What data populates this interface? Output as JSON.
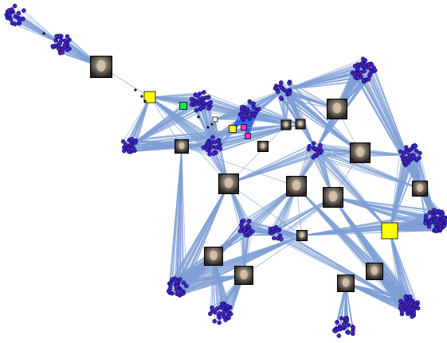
{
  "graph": {
    "edge_color": "#7f9fd6",
    "member_color": "#2222cc",
    "member_dot_color": "#cc1155",
    "highlight_edge_color": "#3366ee",
    "nodes": [
      {
        "id": "c1",
        "kind": "cluster",
        "count": 26
      },
      {
        "id": "c2",
        "kind": "cluster",
        "count": 30
      },
      {
        "id": "c3",
        "kind": "cluster",
        "count": 34
      },
      {
        "id": "c4",
        "kind": "cluster",
        "count": 26
      },
      {
        "id": "c5",
        "kind": "cluster",
        "count": 22
      },
      {
        "id": "c6",
        "kind": "cluster",
        "count": 30
      },
      {
        "id": "c7",
        "kind": "cluster",
        "count": 22
      },
      {
        "id": "c8",
        "kind": "cluster",
        "count": 40
      },
      {
        "id": "c9",
        "kind": "cluster",
        "count": 16
      },
      {
        "id": "c10",
        "kind": "cluster",
        "count": 34
      },
      {
        "id": "c11",
        "kind": "cluster",
        "count": 30
      },
      {
        "id": "c12",
        "kind": "cluster",
        "count": 22
      },
      {
        "id": "c13",
        "kind": "cluster",
        "count": 14
      },
      {
        "id": "c14",
        "kind": "cluster",
        "count": 24
      },
      {
        "id": "c15",
        "kind": "cluster",
        "count": 34
      },
      {
        "id": "c16",
        "kind": "cluster",
        "count": 34
      },
      {
        "id": "c17",
        "kind": "cluster",
        "count": 32
      },
      {
        "id": "c18",
        "kind": "cluster",
        "count": 38
      },
      {
        "id": "c19",
        "kind": "cluster",
        "count": 28
      },
      {
        "id": "p1",
        "kind": "photo"
      },
      {
        "id": "p2",
        "kind": "photo"
      },
      {
        "id": "p3",
        "kind": "photo"
      },
      {
        "id": "p4",
        "kind": "photo"
      },
      {
        "id": "p5",
        "kind": "photo"
      },
      {
        "id": "p6",
        "kind": "photo"
      },
      {
        "id": "p7",
        "kind": "photo"
      },
      {
        "id": "p8",
        "kind": "photo"
      },
      {
        "id": "p9",
        "kind": "photo"
      },
      {
        "id": "p10",
        "kind": "photo"
      },
      {
        "id": "p11",
        "kind": "photo"
      },
      {
        "id": "p12",
        "kind": "photo"
      },
      {
        "id": "p13",
        "kind": "photo"
      },
      {
        "id": "p14",
        "kind": "photo"
      },
      {
        "id": "p15",
        "kind": "photo"
      },
      {
        "id": "p16",
        "kind": "photo"
      },
      {
        "id": "p17",
        "kind": "photo"
      },
      {
        "id": "y1",
        "kind": "square",
        "color": "#ffff00"
      },
      {
        "id": "y2",
        "kind": "square",
        "color": "#ffff00"
      },
      {
        "id": "y3",
        "kind": "square",
        "color": "#ffff00"
      },
      {
        "id": "g1",
        "kind": "square",
        "color": "#22dd55"
      },
      {
        "id": "m1",
        "kind": "square",
        "color": "#ff33cc"
      },
      {
        "id": "m2",
        "kind": "square",
        "color": "#ff33cc"
      },
      {
        "id": "w1",
        "kind": "square",
        "color": "#ffffff"
      }
    ],
    "edges": [
      [
        "c1",
        "c2"
      ],
      [
        "c2",
        "p1"
      ],
      [
        "p1",
        "y1"
      ],
      [
        "y1",
        "c3"
      ],
      [
        "y1",
        "p2"
      ],
      [
        "y1",
        "c4"
      ],
      [
        "y1",
        "p5"
      ],
      [
        "y1",
        "c5"
      ],
      [
        "c3",
        "p3"
      ],
      [
        "c3",
        "c5"
      ],
      [
        "c3",
        "g1"
      ],
      [
        "c3",
        "c4"
      ],
      [
        "c4",
        "w1"
      ],
      [
        "c4",
        "p4"
      ],
      [
        "c4",
        "p5"
      ],
      [
        "c4",
        "c6"
      ],
      [
        "c5",
        "p3"
      ],
      [
        "c5",
        "c4"
      ],
      [
        "c5",
        "p2"
      ],
      [
        "c6",
        "p4"
      ],
      [
        "c6",
        "y2"
      ],
      [
        "c6",
        "m1"
      ],
      [
        "c6",
        "c7"
      ],
      [
        "c6",
        "w1"
      ],
      [
        "c7",
        "p4"
      ],
      [
        "c7",
        "p3"
      ],
      [
        "c7",
        "c9"
      ],
      [
        "c7",
        "p6"
      ],
      [
        "c7",
        "p7"
      ],
      [
        "c8",
        "p6"
      ],
      [
        "c8",
        "c9"
      ],
      [
        "c8",
        "p8"
      ],
      [
        "c9",
        "p5"
      ],
      [
        "c9",
        "p7"
      ],
      [
        "c9",
        "p8"
      ],
      [
        "c9",
        "p9"
      ],
      [
        "c9",
        "p10"
      ],
      [
        "c9",
        "c10"
      ],
      [
        "c10",
        "p8"
      ],
      [
        "c10",
        "p11"
      ],
      [
        "p2",
        "c11"
      ],
      [
        "p2",
        "c4"
      ],
      [
        "p2",
        "p9"
      ],
      [
        "p5",
        "c12"
      ],
      [
        "p5",
        "c11"
      ],
      [
        "p5",
        "p12"
      ],
      [
        "c12",
        "p9"
      ],
      [
        "c12",
        "p12"
      ],
      [
        "c12",
        "c13"
      ],
      [
        "c13",
        "p9"
      ],
      [
        "c13",
        "p12"
      ],
      [
        "c13",
        "c14"
      ],
      [
        "c14",
        "p10"
      ],
      [
        "c14",
        "y3"
      ],
      [
        "c14",
        "p14"
      ],
      [
        "c14",
        "p15"
      ],
      [
        "p10",
        "c13"
      ],
      [
        "p10",
        "c14"
      ],
      [
        "p11",
        "y3"
      ],
      [
        "c15",
        "y3"
      ],
      [
        "c16",
        "p11"
      ],
      [
        "c16",
        "p10"
      ],
      [
        "p9",
        "c14"
      ],
      [
        "p9",
        "p12"
      ],
      [
        "p12",
        "c11"
      ],
      [
        "p12",
        "c15"
      ],
      [
        "c11",
        "p13"
      ],
      [
        "p13",
        "c17"
      ],
      [
        "c17",
        "p16"
      ],
      [
        "p14",
        "c18"
      ],
      [
        "p15",
        "c19"
      ],
      [
        "p16",
        "c12"
      ],
      [
        "p13",
        "c12"
      ],
      [
        "p16",
        "p12"
      ],
      [
        "p7",
        "c7"
      ],
      [
        "p7",
        "p10"
      ],
      [
        "y2",
        "m2"
      ],
      [
        "m2",
        "c6"
      ],
      [
        "p3",
        "p5"
      ],
      [
        "p3",
        "y2"
      ],
      [
        "p6",
        "p7"
      ],
      [
        "p6",
        "p9"
      ],
      [
        "c11",
        "p16"
      ],
      [
        "c11",
        "c12"
      ],
      [
        "p14",
        "c14"
      ],
      [
        "p15",
        "c14"
      ],
      [
        "c8",
        "c7"
      ],
      [
        "p8",
        "c16"
      ],
      [
        "c10",
        "c16"
      ],
      [
        "c9",
        "p11"
      ]
    ]
  }
}
